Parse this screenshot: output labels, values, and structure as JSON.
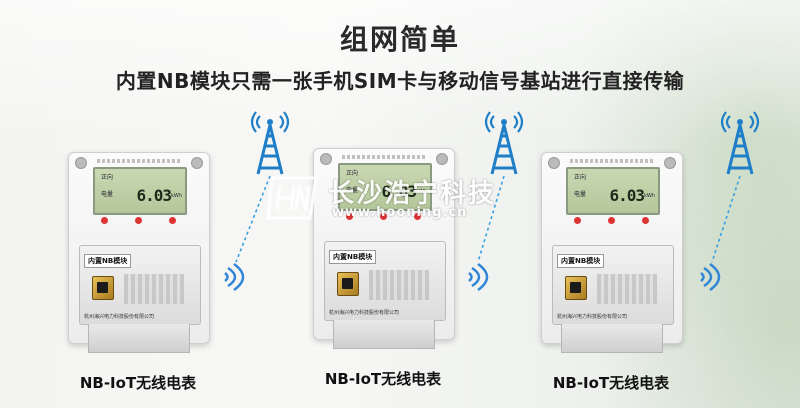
{
  "heading": "组网简单",
  "subheading": "内置NB模块只需一张手机SIM卡与移动信号基站进行直接传输",
  "watermark": {
    "company": "长沙浩宁科技",
    "url": "www.hooning.cn"
  },
  "meters": [
    {
      "lcd_top": "正向",
      "lcd_label": "电量",
      "reading": "6.03",
      "unit": "kWh",
      "module_label": "内置NB模块",
      "maker": "杭州海兴电力科技股份有限公司",
      "caption": "NB-IoT无线电表"
    },
    {
      "lcd_top": "正向",
      "lcd_label": "电量",
      "reading": "6.03",
      "unit": "kWh",
      "module_label": "内置NB模块",
      "maker": "杭州海兴电力科技股份有限公司",
      "caption": "NB-IoT无线电表"
    },
    {
      "lcd_top": "正向",
      "lcd_label": "电量",
      "reading": "6.03",
      "unit": "kWh",
      "module_label": "内置NB模块",
      "maker": "杭州海兴电力科技股份有限公司",
      "caption": "NB-IoT无线电表"
    }
  ],
  "icons": {
    "tower": "cell-tower-icon",
    "signal": "wireless-signal-icon",
    "logo": "hn-logo-icon"
  },
  "colors": {
    "tower": "#1e7fc8",
    "signal": "#2f86d6",
    "link": "#3aa0e0",
    "sim": "#c99a33"
  }
}
